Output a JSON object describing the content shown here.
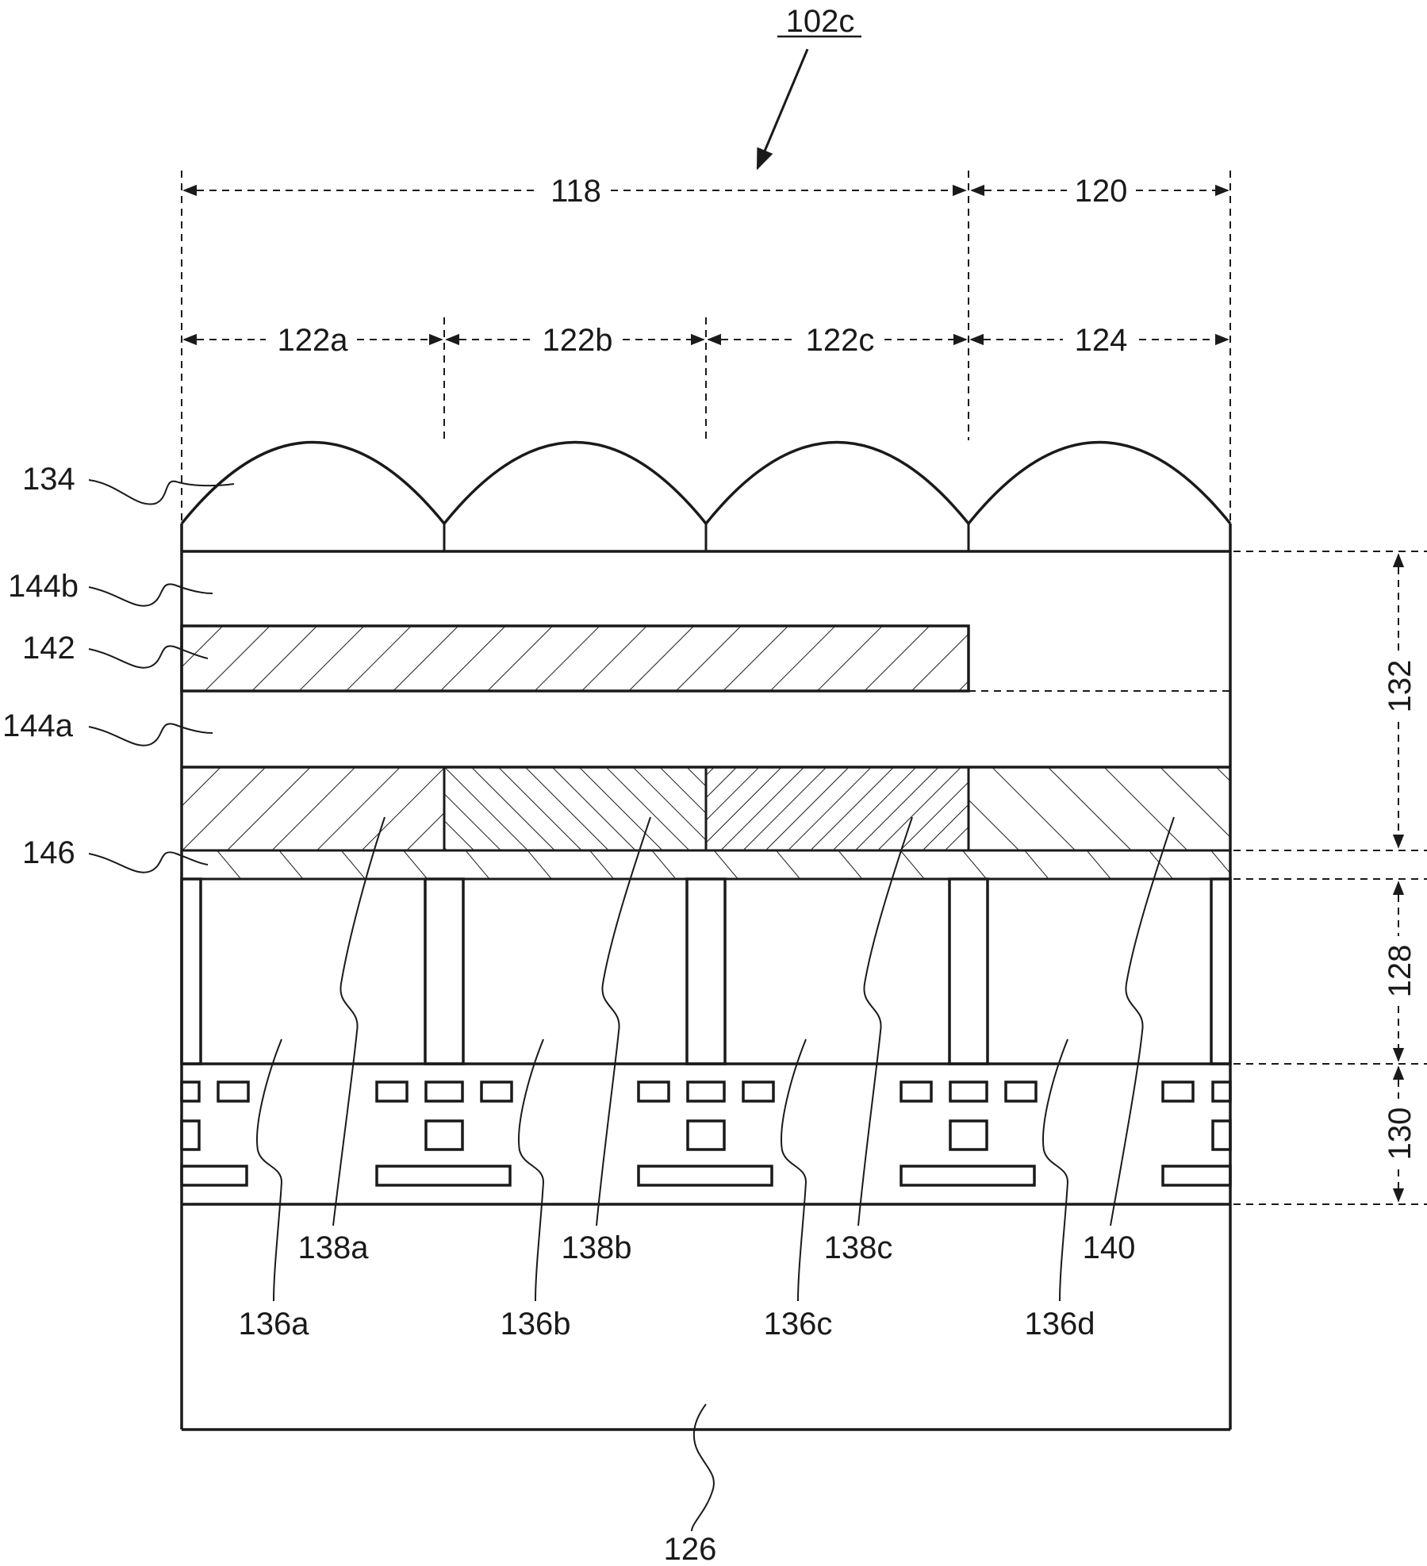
{
  "labels": {
    "figure_ref": "102c",
    "region_main": "118",
    "region_side": "120",
    "pixel_a": "122a",
    "pixel_b": "122b",
    "pixel_c": "122c",
    "pixel_d": "124",
    "microlens": "134",
    "layer_144b": "144b",
    "layer_142": "142",
    "layer_144a": "144a",
    "layer_146": "146",
    "stack_132": "132",
    "stack_128": "128",
    "stack_130": "130",
    "filter_a": "138a",
    "filter_b": "138b",
    "filter_c": "138c",
    "filter_d": "140",
    "diode_a": "136a",
    "diode_b": "136b",
    "diode_c": "136c",
    "diode_d": "136d",
    "substrate": "126"
  }
}
